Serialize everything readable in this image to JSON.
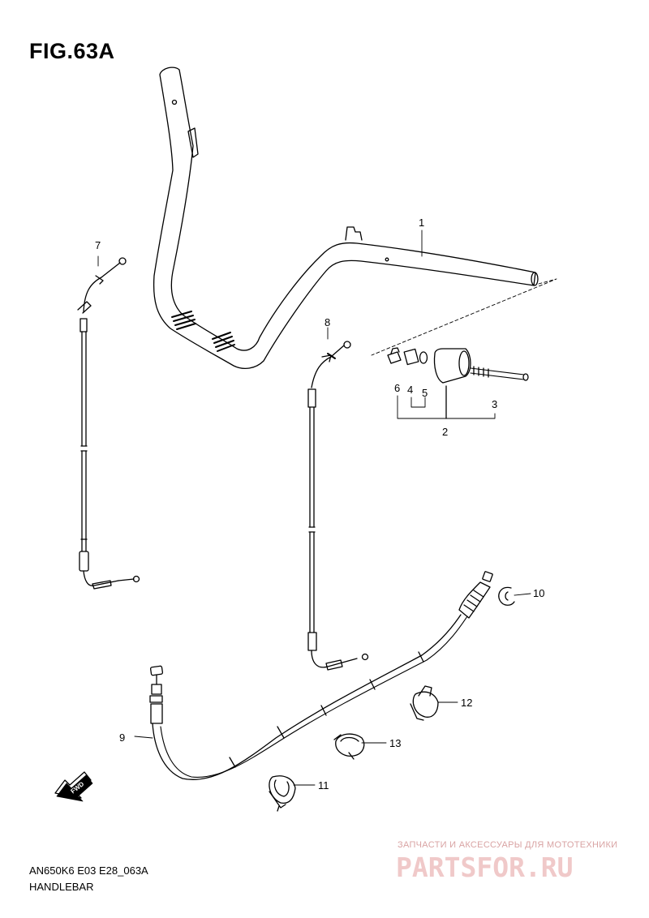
{
  "figure": {
    "title": "FIG.63A"
  },
  "callouts": [
    "1",
    "2",
    "3",
    "4",
    "5",
    "6",
    "7",
    "8",
    "9",
    "10",
    "11",
    "12",
    "13"
  ],
  "fwd_label": "FWD",
  "footer": {
    "code": "AN650K6 E03 E28_063A",
    "name": "HANDLEBAR"
  },
  "watermark": {
    "subtitle": "ЗАПЧАСТИ И АКСЕССУАРЫ ДЛЯ МОТОТЕХНИКИ",
    "brand": "PARTSFOR.RU"
  }
}
